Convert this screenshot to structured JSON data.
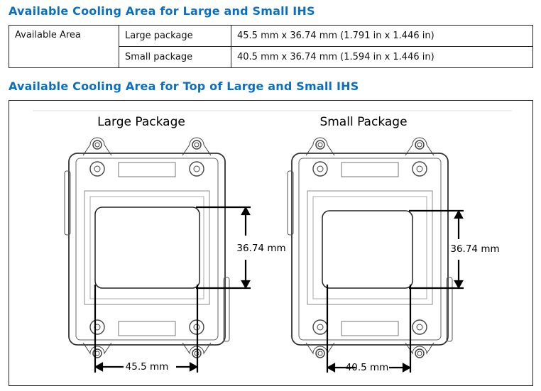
{
  "heading1": "Available Cooling Area for Large and Small IHS",
  "table": {
    "row_label": "Available Area",
    "rows": [
      {
        "package": "Large package",
        "value": "45.5 mm x 36.74 mm (1.791 in x 1.446 in)"
      },
      {
        "package": "Small package",
        "value": "40.5 mm x 36.74 mm (1.594 in x 1.446 in)"
      }
    ]
  },
  "heading2": "Available Cooling Area for Top of Large and Small IHS",
  "diagram": {
    "large": {
      "title": "Large Package",
      "height_label": "36.74 mm",
      "width_label": "45.5 mm"
    },
    "small": {
      "title": "Small Package",
      "height_label": "36.74 mm",
      "width_label": "40.5 mm"
    }
  }
}
